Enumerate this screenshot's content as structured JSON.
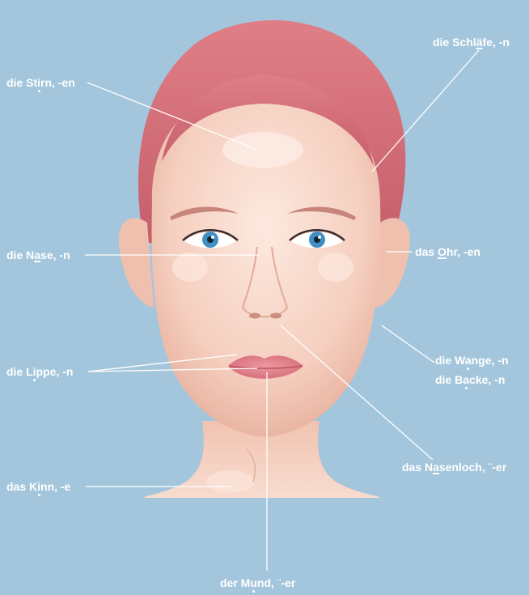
{
  "labels": {
    "stirn": {
      "pre": "die St",
      "mark": "i",
      "post": "rn, -en",
      "mark_style": "dot"
    },
    "schlaefe": {
      "pre": "die Schl",
      "mark": "ä",
      "post": "fe, -n",
      "mark_style": "underline"
    },
    "nase": {
      "pre": "die N",
      "mark": "a",
      "post": "se, -n",
      "mark_style": "underline"
    },
    "ohr": {
      "pre": "das ",
      "mark": "O",
      "post": "hr, -en",
      "mark_style": "underline"
    },
    "wange": {
      "pre": "die W",
      "mark": "a",
      "post": "nge, -n",
      "mark_style": "dot"
    },
    "backe": {
      "pre": "die B",
      "mark": "a",
      "post": "cke, -n",
      "mark_style": "dot"
    },
    "lippe": {
      "pre": "die L",
      "mark": "i",
      "post": "ppe, -n",
      "mark_style": "dot"
    },
    "nasenloch": {
      "pre": "das N",
      "mark": "a",
      "post": "senloch, ¨-er",
      "mark_style": "underline"
    },
    "kinn": {
      "pre": "das K",
      "mark": "i",
      "post": "nn, -e",
      "mark_style": "dot"
    },
    "mund": {
      "pre": "der M",
      "mark": "u",
      "post": "nd, ¨-er",
      "mark_style": "dot"
    }
  },
  "colors": {
    "background": "#a3c6dc",
    "skin": "#f6d2c3",
    "skin_light": "#fbe4d8",
    "hair": "#d9737d",
    "lips": "#de7d86",
    "iris": "#3f8fc4",
    "label_text": "#ffffff"
  }
}
